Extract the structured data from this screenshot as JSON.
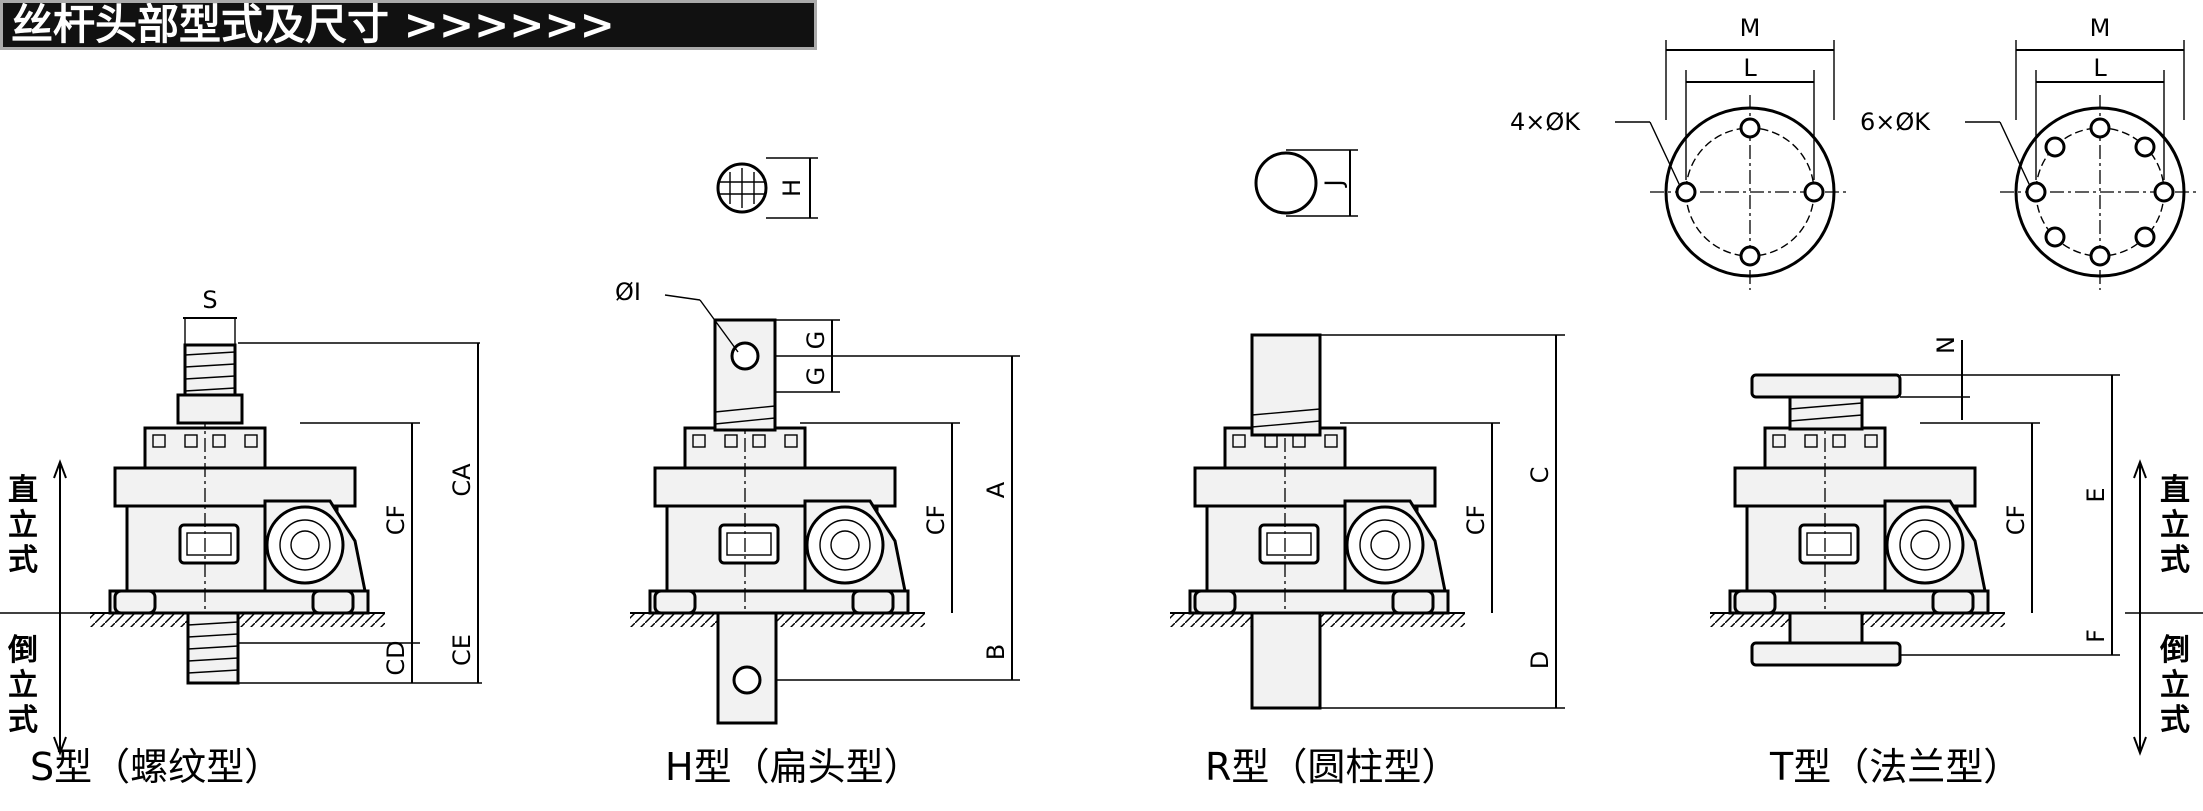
{
  "banner": {
    "title": "丝杆头部型式及尺寸 >>>>>>"
  },
  "orientation": {
    "upright": [
      "直",
      "立",
      "式"
    ],
    "inverted": [
      "倒",
      "立",
      "式"
    ]
  },
  "dims": {
    "S": "S",
    "CA": "CA",
    "CF": "CF",
    "CD": "CD",
    "CE": "CE",
    "phiI": "ØI",
    "G": "G",
    "H": "H",
    "A": "A",
    "B": "B",
    "J": "J",
    "C": "C",
    "D": "D",
    "M": "M",
    "L": "L",
    "K4": "4×ØK",
    "K6": "6×ØK",
    "N": "N",
    "E": "E",
    "F": "F"
  },
  "captions": {
    "s_type": "S型（螺纹型）",
    "h_type": "H型（扁头型）",
    "r_type": "R型（圆柱型）",
    "t_type": "T型（法兰型）"
  }
}
